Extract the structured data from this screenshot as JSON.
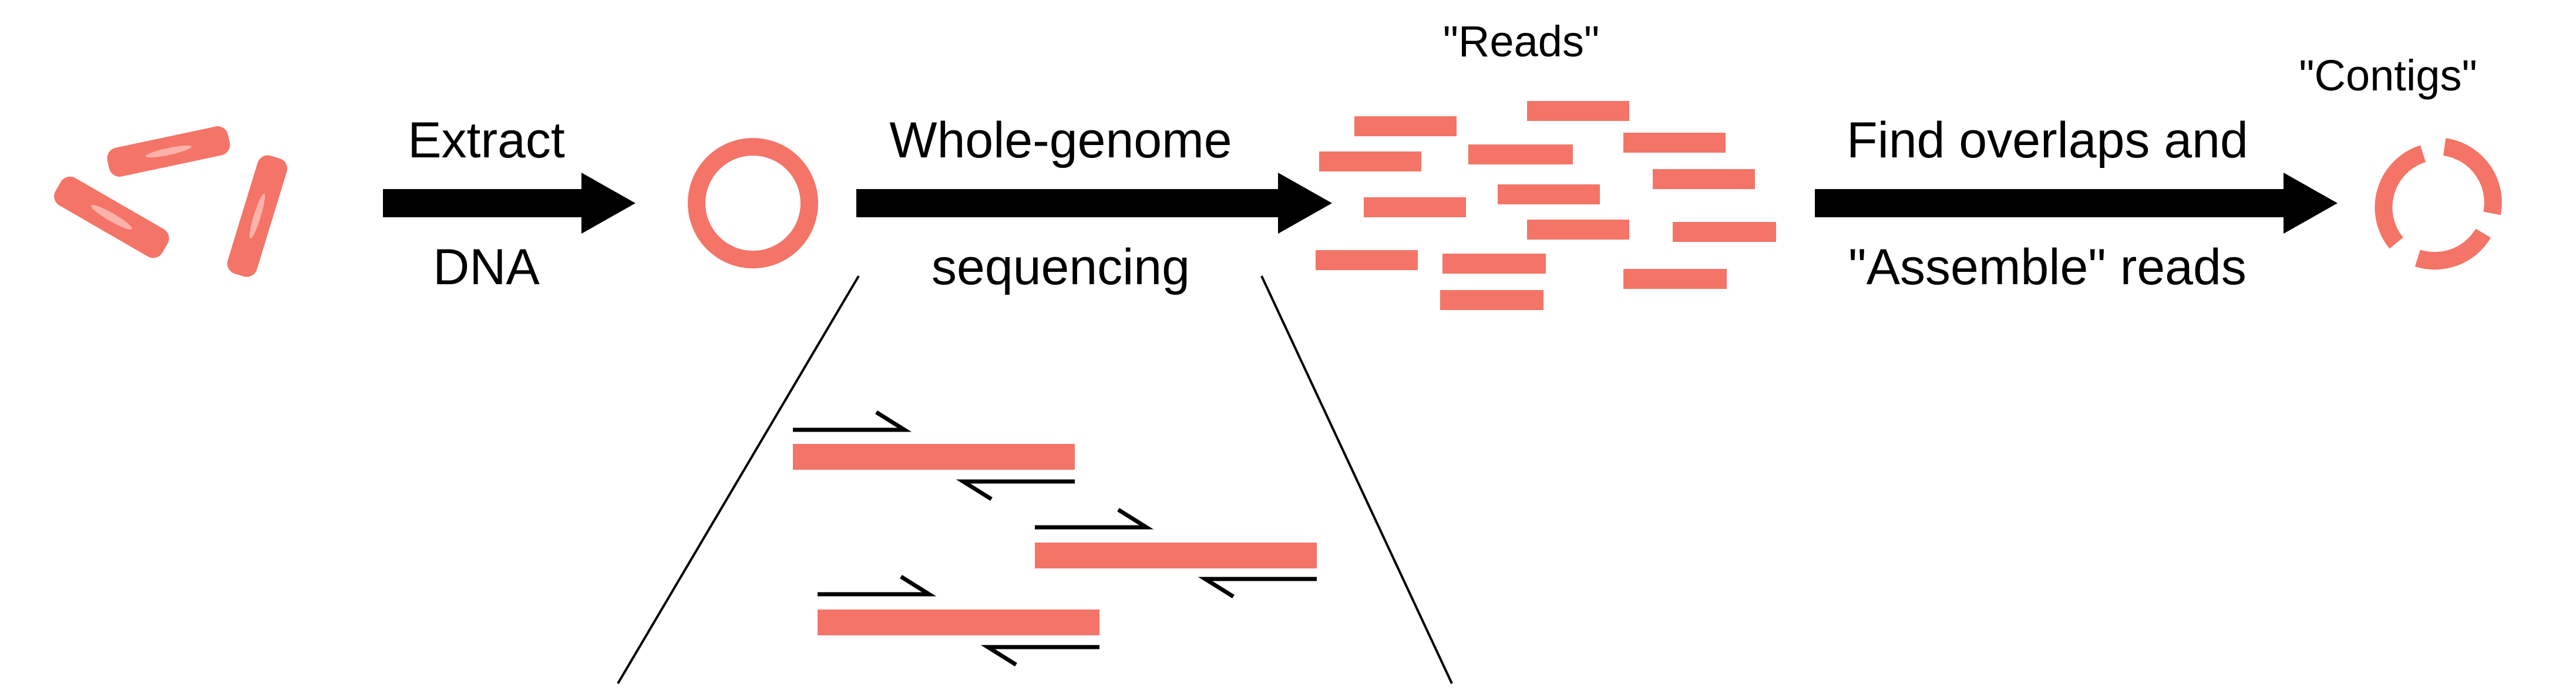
{
  "colors": {
    "accent": "#f47467",
    "ink": "#000000",
    "background": "#ffffff"
  },
  "steps": {
    "extract": {
      "line1": "Extract",
      "line2": "DNA"
    },
    "sequencing": {
      "line1": "Whole-genome",
      "line2": "sequencing"
    },
    "assembly": {
      "line1": "Find overlaps and",
      "line2": "\"Assemble\" reads"
    }
  },
  "labels": {
    "reads": "\"Reads\"",
    "contigs": "\"Contigs\""
  },
  "icons": {
    "cells": "bacterial-cells-icon",
    "circle": "circular-genome-icon",
    "reads": "sequencing-reads-icon",
    "contigs": "contigs-circle-icon",
    "arrow": "process-arrow-icon",
    "primer": "primer-half-arrow-icon"
  }
}
